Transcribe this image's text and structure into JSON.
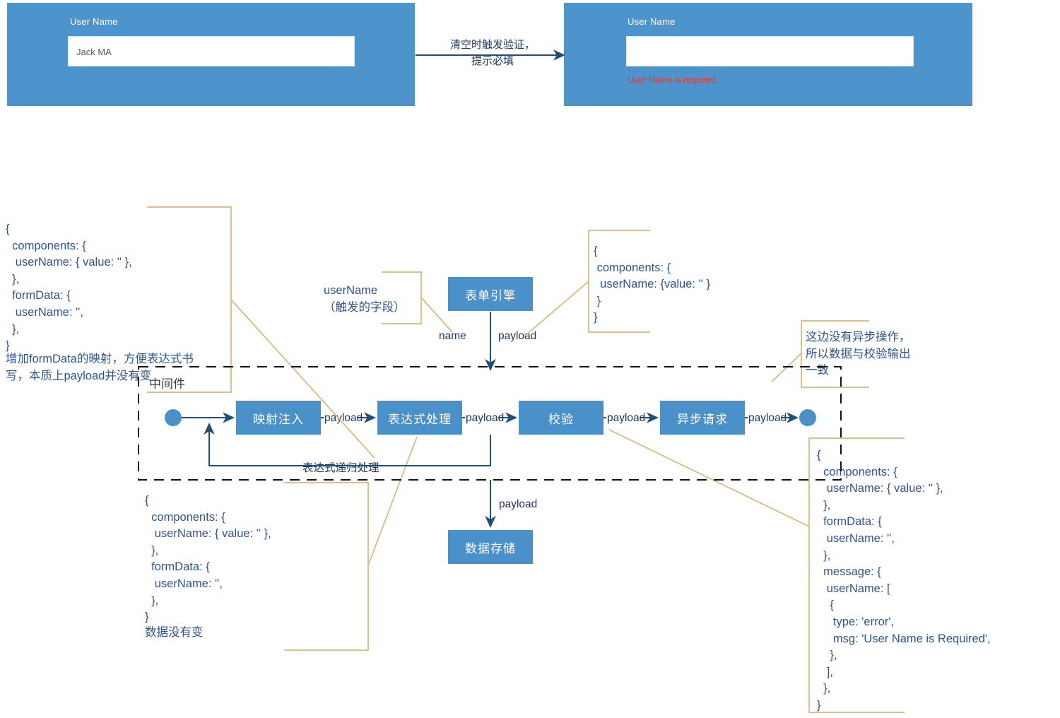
{
  "form_before": {
    "label": "User Name",
    "input_value": "Jack MA",
    "input_placeholder": ""
  },
  "form_after": {
    "label": "User Name",
    "input_value": "",
    "input_placeholder": "",
    "error": "User Name is required"
  },
  "transition_note": "清空时触发验证，\n提示必填",
  "diagram": {
    "json_input": "{\n  components: {\n   userName: { value: '' },\n  },\n  formData: {\n   userName: '',\n  },\n}",
    "json_input_note": "增加formData的映射，方便表达式书\n写，本质上payload并没有变",
    "trigger_field": "userName\n（触发的字段）",
    "engine_box": "表单引擎",
    "engine_payload_json": "{\n components: {\n  userName: {value: '' }\n }\n}",
    "edge_name": "name",
    "edge_payload_top": "payload",
    "middleware_label": "中间件",
    "pipeline": [
      {
        "label": "映射注入"
      },
      {
        "label": "表达式处理"
      },
      {
        "label": "校验"
      },
      {
        "label": "异步请求"
      }
    ],
    "pipeline_edges": [
      "payload",
      "payload",
      "payload",
      "payload"
    ],
    "recursion_label": "表达式递归处理",
    "store_edge_label": "payload",
    "store_box": "数据存储",
    "json_unchanged": "{\n  components: {\n   userName: { value: '' },\n  },\n  formData: {\n   userName: '',\n  },\n}",
    "json_unchanged_note": "数据没有变",
    "async_note": "这边没有异步操作，\n所以数据与校验输出\n一致",
    "json_output": "{\n  components: {\n   userName: { value: '' },\n  },\n  formData: {\n   userName: '',\n  },\n  message: {\n   userName: [\n    {\n     type: 'error',\n     msg: 'User Name is Required',\n    },\n   ],\n  },\n}"
  },
  "colors": {
    "panel_blue": "#4d94cc",
    "box_blue": "#4a90c9",
    "error_red": "#ff2b18",
    "text_blue": "#2f5496",
    "bracket_gold": "#d9b878",
    "arrow_navy": "#1f4e79"
  }
}
